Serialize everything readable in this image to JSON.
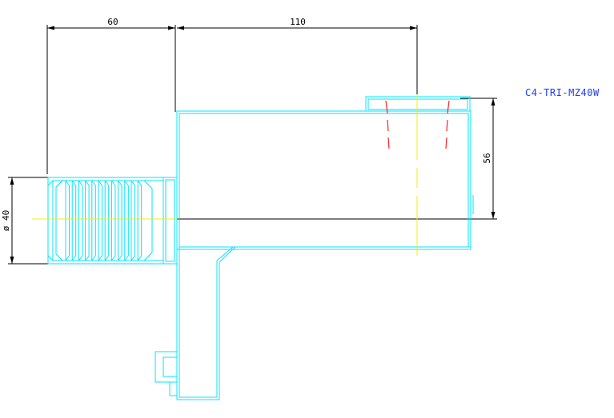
{
  "drawing": {
    "model_label": "C4-TRI-MZ40W",
    "dimensions": {
      "shank_length": "60",
      "overall_length": "110",
      "center_height": "56",
      "shank_diameter": "ø 40"
    }
  },
  "colors": {
    "background": "#ffffff",
    "part_outline": "#00e5ff",
    "dimension": "#000000",
    "centerline": "#f0f000",
    "hidden_thread": "#ff2020",
    "label": "#1a3cff",
    "extension_green": "#008000"
  }
}
